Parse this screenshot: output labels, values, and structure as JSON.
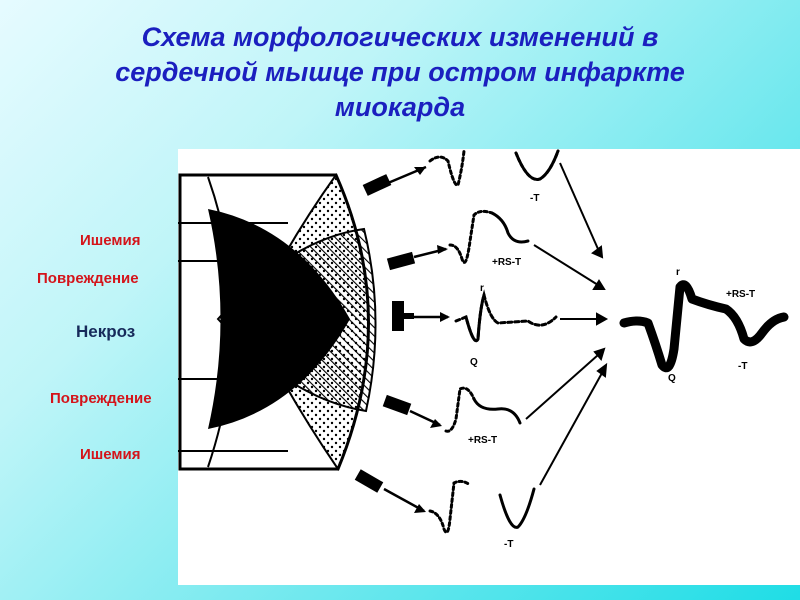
{
  "title": {
    "line1": "Схема морфологических изменений в",
    "line2": "сердечной мышце при остром инфаркте",
    "line3": "миокарда"
  },
  "labels": {
    "ischemia_top": "Ишемия",
    "injury_top": "Повреждение",
    "necrosis": "Некроз",
    "injury_bottom": "Повреждение",
    "ischemia_bottom": "Ишемия"
  },
  "ecg_annotations": {
    "neg_t": "-T",
    "rs_t": "+RS-T",
    "q": "Q",
    "r": "r"
  },
  "colors": {
    "title": "#1b1fbf",
    "zone_label": "#d4141a",
    "necrosis_label": "#172a5a",
    "background_gradient": [
      "#e6fbff",
      "#1fdde6"
    ]
  }
}
